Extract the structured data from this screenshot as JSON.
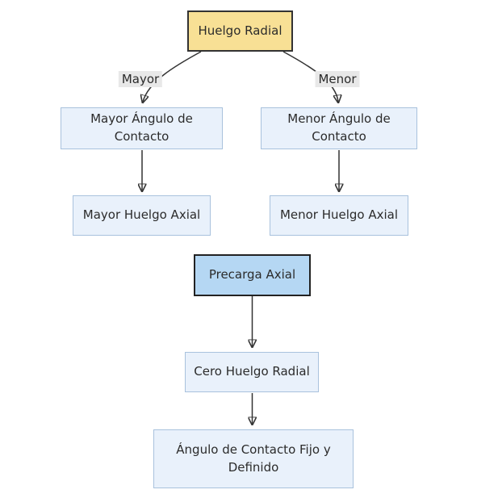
{
  "diagram": {
    "type": "flowchart",
    "background_color": "#ffffff",
    "edge_color": "#333333",
    "colors": {
      "root_yellow_fill": "#f8e095",
      "root_blue_fill": "#b5d7f3",
      "node_light_blue_fill": "#e9f1fb",
      "node_light_blue_border": "#a9c2dd",
      "root_border": "#333333",
      "edge_label_bg": "#e8e8e8",
      "text": "#2b2b2b"
    },
    "nodes": {
      "huelgo_radial": {
        "label": "Huelgo Radial"
      },
      "mayor_angulo": {
        "label": "Mayor Ángulo de Contacto"
      },
      "menor_angulo": {
        "label": "Menor Ángulo de Contacto"
      },
      "mayor_huelgo_axial": {
        "label": "Mayor Huelgo Axial"
      },
      "menor_huelgo_axial": {
        "label": "Menor Huelgo Axial"
      },
      "precarga_axial": {
        "label": "Precarga Axial"
      },
      "cero_huelgo_radial": {
        "label": "Cero Huelgo Radial"
      },
      "angulo_fijo_definido": {
        "label": "Ángulo de Contacto Fijo y Definido"
      }
    },
    "edge_labels": {
      "mayor": "Mayor",
      "menor": "Menor"
    },
    "edges": [
      {
        "from": "huelgo_radial",
        "to": "mayor_angulo",
        "label": "Mayor"
      },
      {
        "from": "huelgo_radial",
        "to": "menor_angulo",
        "label": "Menor"
      },
      {
        "from": "mayor_angulo",
        "to": "mayor_huelgo_axial",
        "label": ""
      },
      {
        "from": "menor_angulo",
        "to": "menor_huelgo_axial",
        "label": ""
      },
      {
        "from": "precarga_axial",
        "to": "cero_huelgo_radial",
        "label": ""
      },
      {
        "from": "cero_huelgo_radial",
        "to": "angulo_fijo_definido",
        "label": ""
      }
    ]
  }
}
